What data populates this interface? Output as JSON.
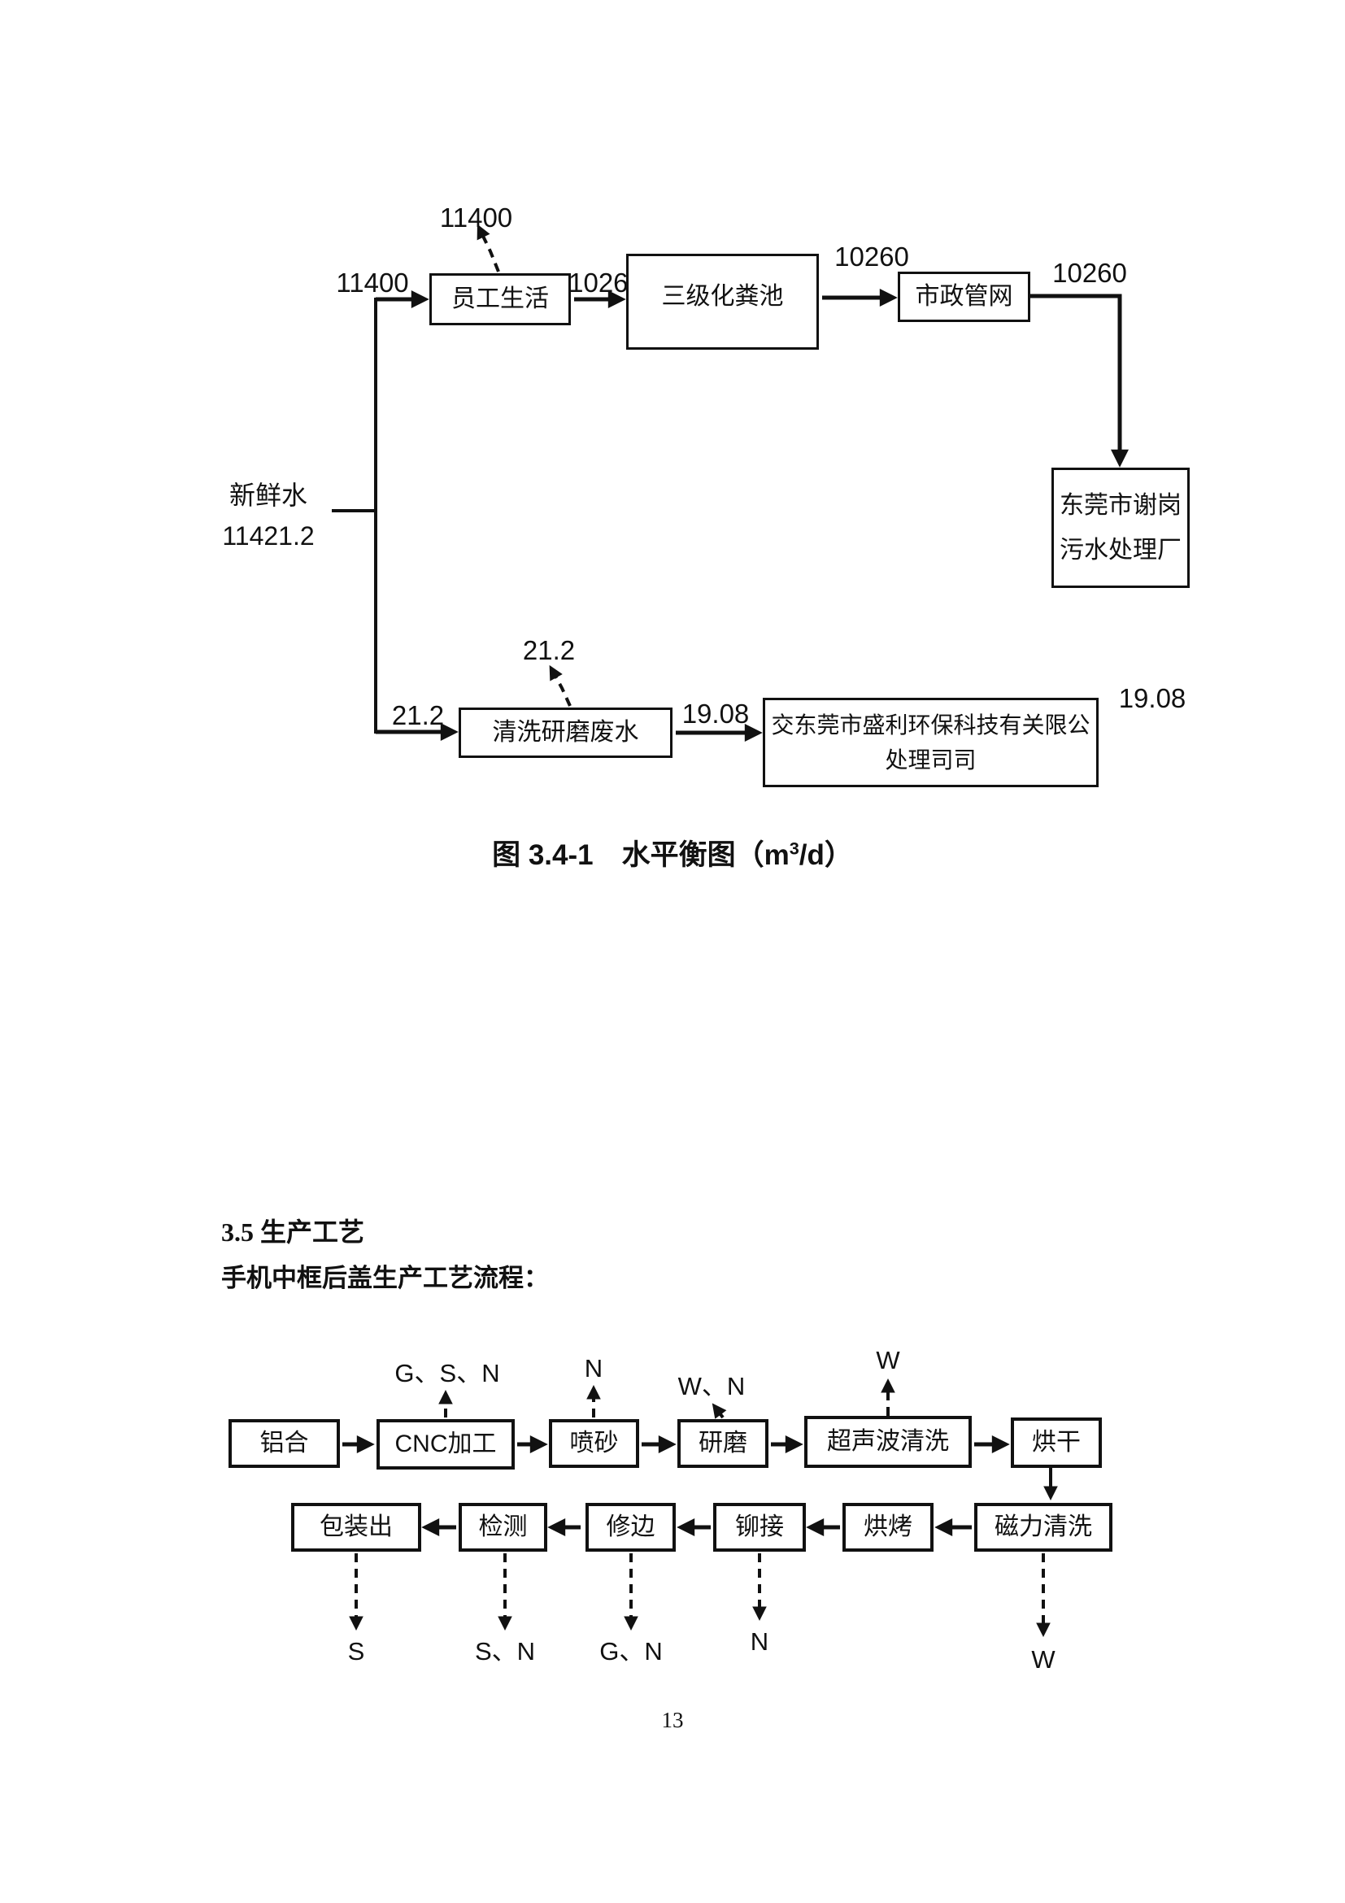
{
  "page_number": "13",
  "water_balance": {
    "source": {
      "name": "新鲜水",
      "value": "11421.2"
    },
    "values": {
      "staff_evaporation": "11400",
      "staff_inflow": "11400",
      "to_septic": "10260",
      "to_municipal": "10260",
      "to_plant": "10260",
      "wash_inflow": "21.2",
      "wash_evaporation": "21.2",
      "wash_outflow": "19.08",
      "transfer_outflow": "19.08"
    },
    "boxes": {
      "staff": "员工生活",
      "septic": "三级化粪池",
      "municipal": "市政管网",
      "plant_line1": "东莞市谢岗",
      "plant_line2": "污水处理厂",
      "wash": "清洗研磨废水",
      "transfer_line1": "交东莞市盛利环保科技有关限公",
      "transfer_line2": "处理司司"
    },
    "caption": {
      "prefix": "图 3.4-1　水平衡图（m",
      "sup": "3",
      "suffix": "/d）"
    }
  },
  "section": {
    "heading": "3.5 生产工艺",
    "subheading": "手机中框后盖生产工艺流程："
  },
  "process_flow": {
    "row1": [
      {
        "label": "铝合"
      },
      {
        "label": "CNC加工",
        "emission": "G、S、N"
      },
      {
        "label": "喷砂",
        "emission": "N"
      },
      {
        "label": "研磨",
        "emission": "W、N"
      },
      {
        "label": "超声波清洗",
        "emission": "W"
      },
      {
        "label": "烘干"
      }
    ],
    "row2": [
      {
        "label": "包装出",
        "emission": "S"
      },
      {
        "label": "检测",
        "emission": "S、N"
      },
      {
        "label": "修边",
        "emission": "G、N"
      },
      {
        "label": "铆接",
        "emission": "N"
      },
      {
        "label": "烘烤"
      },
      {
        "label": "磁力清洗",
        "emission": "W"
      }
    ]
  }
}
